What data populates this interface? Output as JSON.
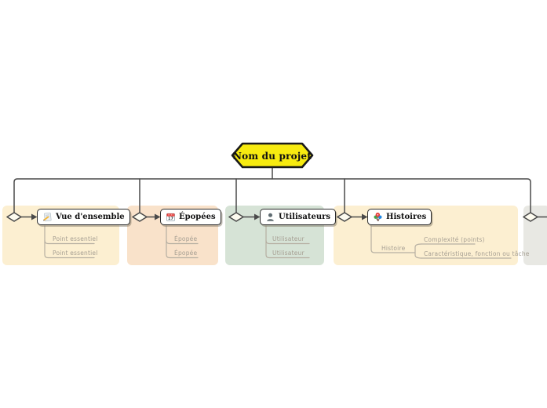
{
  "canvas": {
    "background": "#ffffff"
  },
  "root": {
    "label": "Nom du projet",
    "fill": "#f7eb10",
    "border": "#1a1a1a"
  },
  "connector_color": "#4a4a4a",
  "subline_color": "#b6afa2",
  "branches": [
    {
      "label": "Vue d'ensemble",
      "icon": "memo-icon",
      "panel_color": "#fcefd1",
      "items": [
        "Point essentiel",
        "Point essentiel"
      ]
    },
    {
      "label": "Épopées",
      "icon": "calendar-icon",
      "icon_day": "17",
      "panel_color": "#f9e2ca",
      "items": [
        "Épopée",
        "Épopée"
      ]
    },
    {
      "label": "Utilisateurs",
      "icon": "person-icon",
      "panel_color": "#d6e3d6",
      "items": [
        "Utilisateur",
        "Utilisateur"
      ]
    },
    {
      "label": "Histoires",
      "icon": "bouquet-icon",
      "panel_color": "#fcefd1",
      "items": [
        "Histoire"
      ],
      "leaf_items": [
        "Complexité (points)",
        "Caractéristique, fonction ou tâche"
      ]
    },
    {
      "label": "",
      "panel_color": "#e8e8e3",
      "items": []
    }
  ]
}
